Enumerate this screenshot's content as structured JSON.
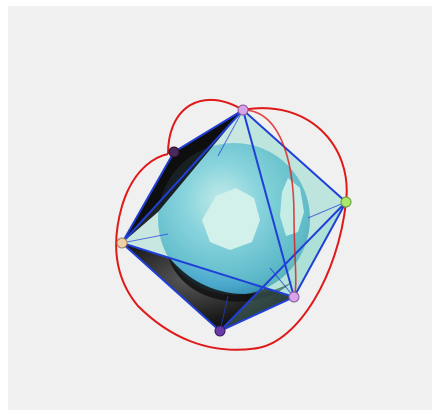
{
  "viewport": {
    "label": "",
    "background": "#f0f0f0",
    "shape": "octahedron with inscribed sphere",
    "colors": {
      "sphere": "#6ec3df",
      "sphere_highlight": "#ffffff",
      "sphere_dark_side": "#1a1a1a",
      "face_front": "#7fd6c7",
      "face_dark": "#111111",
      "edges": "#1f3fd6",
      "orbit": "#e01818"
    },
    "vertices": [
      {
        "name": "top",
        "color": "#d8a3e8"
      },
      {
        "name": "upper-left-back",
        "color": "#4a2a5a"
      },
      {
        "name": "right",
        "color": "#a8e86a"
      },
      {
        "name": "left",
        "color": "#f0d0a8"
      },
      {
        "name": "lower-right",
        "color": "#d8a3e8"
      },
      {
        "name": "bottom",
        "color": "#6a3aa8"
      }
    ]
  }
}
